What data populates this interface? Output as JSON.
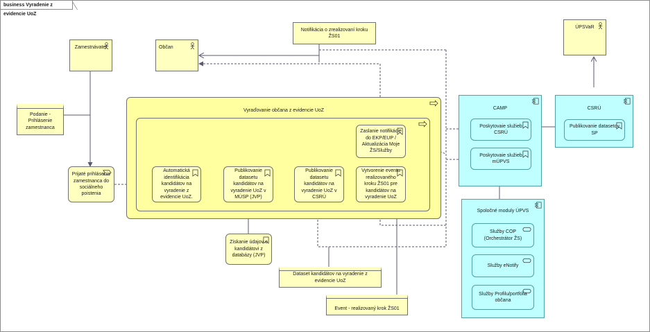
{
  "diagram": {
    "title": "business Vyradenie z evidencie UoZ",
    "nodes": {
      "zamestnavatel": "Zamestnávateľ",
      "obcan": "Občan",
      "notifikacia": "Notifikácia o zrealizovaní kroku ŽS01",
      "upsvar": "ÚPSVaR",
      "podanie": "Podanie - Prihlásenie zamestnanca",
      "prijate": "Prijaté prihlásenie zamestnanca do sociálneho poistenia",
      "vyradovanie": "Vyraďovanie občana z evidencie UoZ",
      "automaticka": "Automatická identifikácia kandidátov na vyradenie z evidencie UoZ.",
      "publikovanie_musp": "Publikovanie datasetu kandidátov na vyradenie UoZ v MÚSP (JVP)",
      "publikovanie_csru": "Publikovanie datasetu kandidátov na vyradenie UoZ v CSRÚ",
      "vytvorenie": "Vytvorenie eventu realizovaného kroku ŽS01 pre kandidátov na vyradenie UoZ",
      "zaslanie": "Zaslanie notifikácie do EKP/EUP / Aktualizácia Moje ŽS/Služby",
      "ziskanie": "Získanie údajov o kandidátovi z databázy (JVP)",
      "dataset": "Dataset kandidátov na vyradenie z evidencie UoZ",
      "event": "Event - realizovaný krok ŽS01",
      "camp": "CAMP",
      "poskytovanie_csru": "Poskytovaie služieb CSRÚ",
      "poskytovanie_mupvs": "Poskytovaie služieb mÚPVS",
      "csru": "CSRÚ",
      "publikovanie_sp": "Publikovanie datasetov SP",
      "spolocne": "Spoločné moduly ÚPVS",
      "cop": "Služby COP (Orchestrátor ŽS)",
      "enotify": "Služby eNotify",
      "profil": "Služby Profilu/portfólia občana"
    },
    "colors": {
      "business": "#ffffc0",
      "process_container": "#ffffa0",
      "application": "#c0ffff",
      "line": "#5a5a6e"
    },
    "icons": [
      "actor-icon",
      "event-icon",
      "process-icon",
      "service-icon",
      "component-icon"
    ]
  }
}
